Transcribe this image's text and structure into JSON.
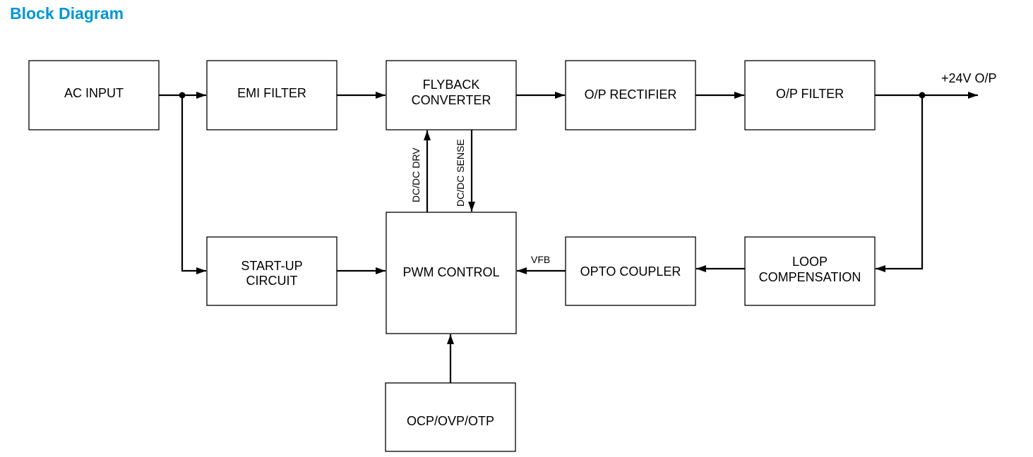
{
  "title": "Block Diagram",
  "colors": {
    "title": "#0096d6",
    "stroke": "#000000"
  },
  "blocks": {
    "ac_input": [
      "AC INPUT"
    ],
    "emi_filter": [
      "EMI FILTER"
    ],
    "flyback_converter": [
      "FLYBACK",
      "CONVERTER"
    ],
    "op_rectifier": [
      "O/P RECTIFIER"
    ],
    "op_filter": [
      "O/P FILTER"
    ],
    "startup_circuit": [
      "START-UP",
      "CIRCUIT"
    ],
    "pwm_control": [
      "PWM CONTROL"
    ],
    "opto_coupler": [
      "OPTO COUPLER"
    ],
    "loop_compensation": [
      "LOOP",
      "COMPENSATION"
    ],
    "ocp_ovp_otp": [
      "OCP/OVP/OTP"
    ]
  },
  "labels": {
    "output": "+24V O/P",
    "dcdc_drv": "DC/DC DRV",
    "dcdc_sense": "DC/DC SENSE",
    "vfb": "VFB"
  }
}
